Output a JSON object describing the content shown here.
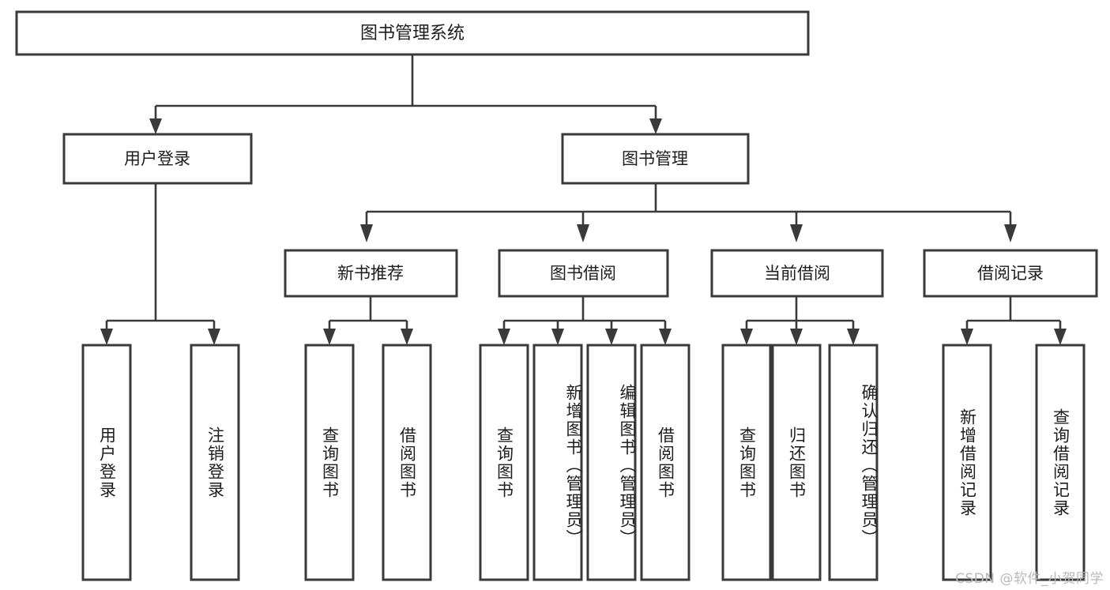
{
  "diagram": {
    "title": "图书管理系统",
    "type": "tree",
    "orientation": "top-down",
    "colors": {
      "box_stroke": "#3a3a3a",
      "box_fill": "#ffffff",
      "connector": "#3a3a3a",
      "text": "#1d1d1d",
      "background": "#ffffff",
      "watermark": "#b9b9b9"
    },
    "root": {
      "label": "图书管理系统"
    },
    "level2": [
      {
        "label": "用户登录"
      },
      {
        "label": "图书管理"
      }
    ],
    "level3": [
      {
        "label": "新书推荐"
      },
      {
        "label": "图书借阅"
      },
      {
        "label": "当前借阅"
      },
      {
        "label": "借阅记录"
      }
    ],
    "leaves": {
      "user_login": [
        {
          "label": "用户登录"
        },
        {
          "label": "注销登录"
        }
      ],
      "new_book_recommend": [
        {
          "label": "查询图书"
        },
        {
          "label": "借阅图书"
        }
      ],
      "book_borrow": [
        {
          "label": "查询图书"
        },
        {
          "label": "新增图书（管理员）"
        },
        {
          "label": "编辑图书（管理员）"
        },
        {
          "label": "借阅图书"
        }
      ],
      "current_borrow": [
        {
          "label": "查询图书"
        },
        {
          "label": "归还图书"
        },
        {
          "label": "确认归还（管理员）"
        }
      ],
      "borrow_record": [
        {
          "label": "新增借阅记录"
        },
        {
          "label": "查询借阅记录"
        }
      ]
    }
  },
  "watermark": {
    "text": "CSDN @软件_小贺同学"
  }
}
